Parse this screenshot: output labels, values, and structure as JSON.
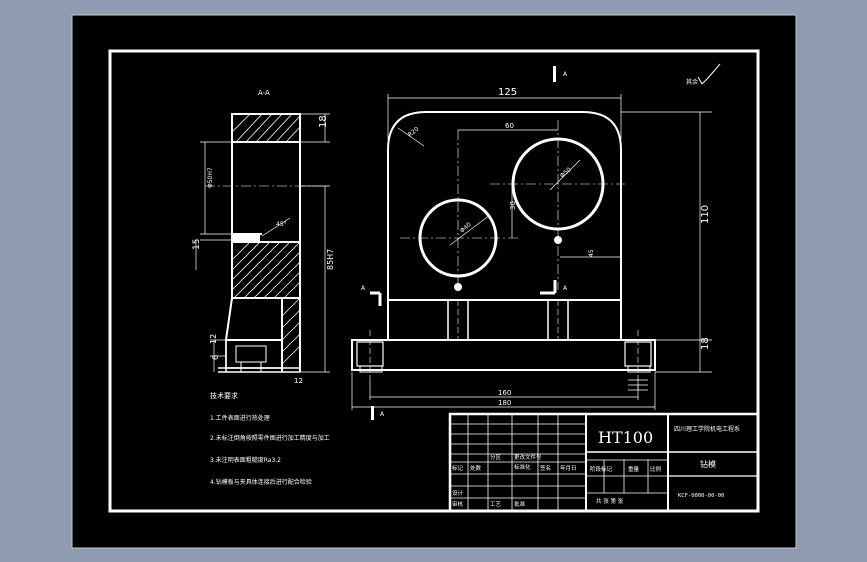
{
  "drawing": {
    "section_label": "A-A",
    "view_label_a": "A",
    "roughness_note": "其余",
    "material": "HT100",
    "title_school": "四川理工学院机电工程系",
    "part_name": "钻模",
    "drawing_no": "KCF-0000-00-00",
    "dims": {
      "width_125": "125",
      "width_60": "60",
      "height_110": "110",
      "height_18r": "18",
      "height_30": "30",
      "offset_45": "45",
      "base_160": "160",
      "base_180": "180",
      "dia_50": "Φ50",
      "dia_40": "Φ40",
      "radius": "R20",
      "top_18": "18",
      "bore_1": "Φ50H7",
      "bore_2": "85H7",
      "d_15": "15",
      "d_6": "6",
      "d_12": "12",
      "d_12b": "12",
      "chamfer": "45°"
    },
    "tech_req": {
      "title": "技术要求",
      "items": [
        "1.工件表面进行热处理",
        "2.未标注倒角按照零件图进行加工精度与加工",
        "3.未注明表面粗糙度Ra3.2",
        "4.钻模板与夹具体连接后进行配合检验"
      ]
    },
    "title_block": {
      "row_labels": [
        "标记",
        "处数",
        "分区",
        "更改文件号",
        "签名",
        "年月日"
      ],
      "row2_labels": [
        "设计",
        "标准化",
        "阶段标记",
        "重量",
        "比例"
      ],
      "row3_labels": [
        "审核",
        "工艺",
        "批准"
      ],
      "sheet": "共 张 第 张"
    }
  }
}
